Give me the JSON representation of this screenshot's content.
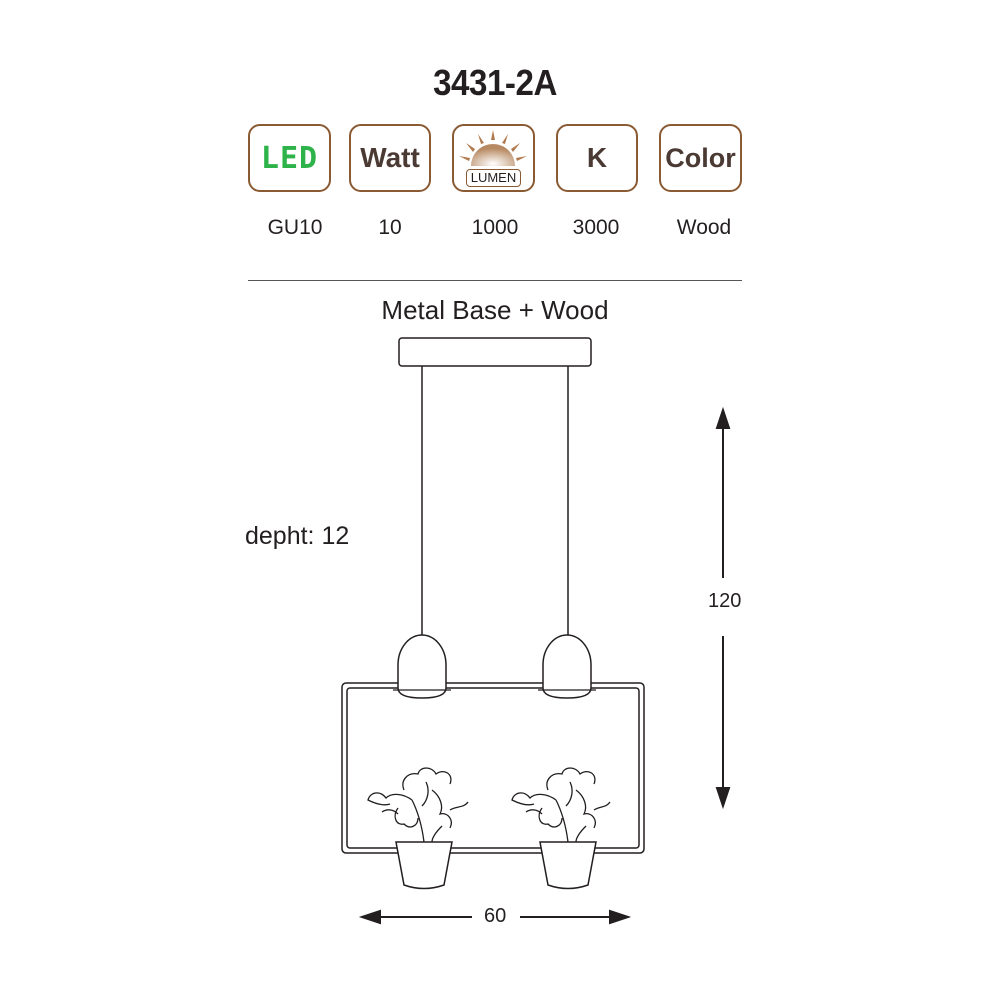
{
  "product": {
    "code": "3431-2A"
  },
  "icons": {
    "led": {
      "text": "LED",
      "icon": "led-icon",
      "color": "#2db34a"
    },
    "watt": {
      "text": "Watt",
      "icon": "watt-icon"
    },
    "lumen": {
      "text": "LUMEN",
      "icon": "sun-icon",
      "color": "#c8a482"
    },
    "kelvin": {
      "text": "K",
      "icon": "kelvin-icon"
    },
    "color": {
      "text": "Color",
      "icon": "color-icon"
    }
  },
  "specs": {
    "socket": "GU10",
    "watt": "10",
    "lumen": "1000",
    "kelvin": "3000",
    "color": "Wood"
  },
  "material": "Metal Base + Wood",
  "dimensions": {
    "depth": "depht: 12",
    "height": "120",
    "width": "60"
  },
  "colors": {
    "border": "#8a5a32",
    "text": "#231f20"
  }
}
